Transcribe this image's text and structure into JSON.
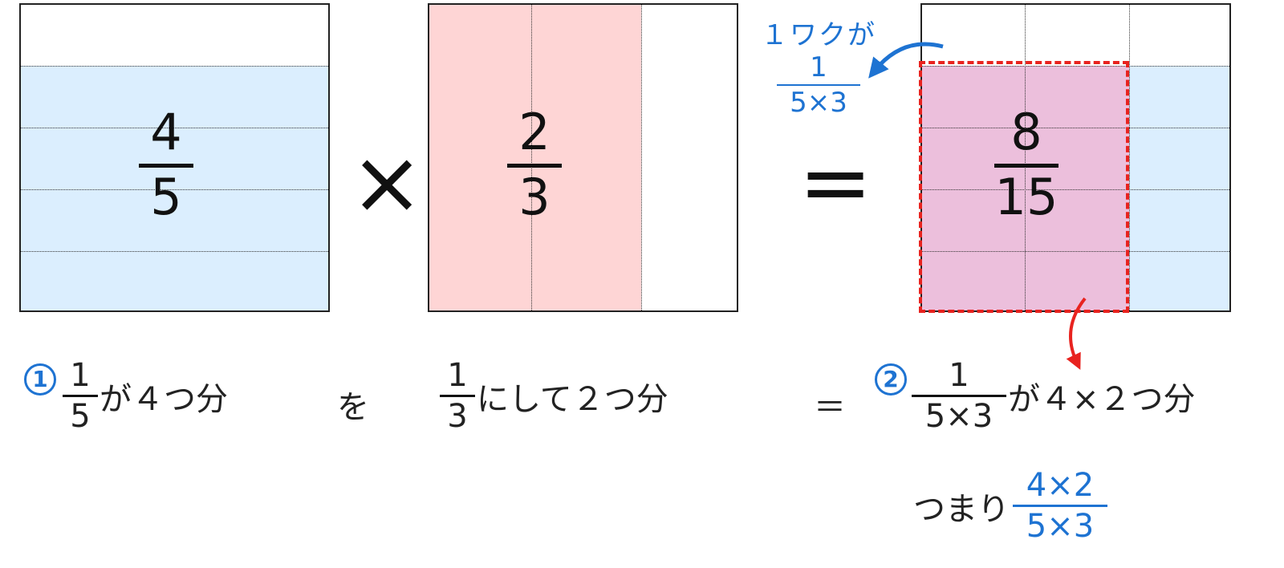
{
  "box1": {
    "numerator": "4",
    "denominator": "5",
    "fill_color": "#dbeefe"
  },
  "box2": {
    "numerator": "2",
    "denominator": "3",
    "fill_color": "#fed5d5"
  },
  "box3": {
    "numerator": "8",
    "denominator": "15",
    "fill_color": "#ecbfdc",
    "side_color": "#dbeefe",
    "highlight_color": "#e8231f"
  },
  "operators": {
    "times": "×",
    "equals": "="
  },
  "unit_note": {
    "line1": "１ワクが",
    "numerator": "1",
    "denominator": "5×3"
  },
  "row1": {
    "step1": {
      "marker": "1",
      "frac_num": "1",
      "frac_den": "5",
      "text": "が４つ分"
    },
    "connector": "を",
    "step_mid": {
      "frac_num": "1",
      "frac_den": "3",
      "text": "にして２つ分"
    },
    "equals": "＝",
    "step2": {
      "marker": "2",
      "frac_num": "1",
      "frac_den": "5×3",
      "text": "が４×２つ分"
    }
  },
  "row2": {
    "prefix": "つまり",
    "frac_num": "4×2",
    "frac_den": "5×3"
  },
  "colors": {
    "accent_blue": "#1e73d2",
    "accent_red": "#e8231f"
  }
}
